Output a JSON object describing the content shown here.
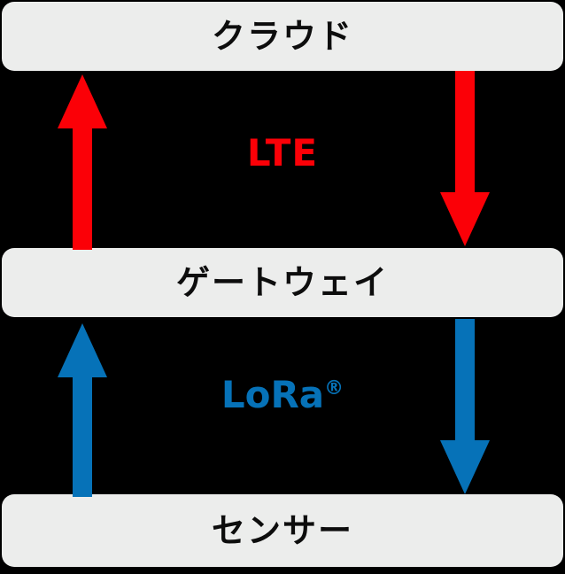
{
  "diagram": {
    "title_visible": false,
    "background_color": "#000000",
    "box_fill_color": "#ecedec",
    "text_color": "#0d0d0d",
    "accent_red": "#fb0007",
    "accent_blue": "#0672b8"
  },
  "nodes": [
    {
      "id": "cloud",
      "label": "クラウド"
    },
    {
      "id": "gateway",
      "label": "ゲートウェイ"
    },
    {
      "id": "sensor",
      "label": "センサー"
    }
  ],
  "links": [
    {
      "id": "lte",
      "label": "LTE",
      "trademark": "",
      "color": "#fb0007",
      "from": "gateway",
      "to": "cloud",
      "bidirectional": true
    },
    {
      "id": "lora",
      "label": "LoRa",
      "trademark": "®",
      "color": "#0672b8",
      "from": "sensor",
      "to": "gateway",
      "bidirectional": true
    }
  ],
  "arrows": [
    {
      "id": "lte-uplink",
      "direction": "up",
      "color": "#fb0007",
      "side": "left"
    },
    {
      "id": "lte-downlink",
      "direction": "down",
      "color": "#fb0007",
      "side": "right"
    },
    {
      "id": "lora-uplink",
      "direction": "up",
      "color": "#0672b8",
      "side": "left"
    },
    {
      "id": "lora-downlink",
      "direction": "down",
      "color": "#0672b8",
      "side": "right"
    }
  ]
}
